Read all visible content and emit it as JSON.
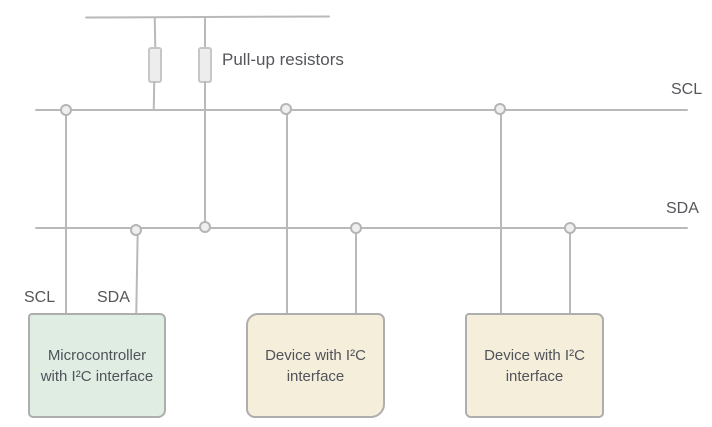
{
  "diagram": {
    "pullup_label": "Pull-up resistors",
    "bus_labels": {
      "scl": "SCL",
      "sda": "SDA"
    },
    "pin_labels": {
      "scl": "SCL",
      "sda": "SDA"
    },
    "boxes": {
      "microcontroller": {
        "line1": "Microcontroller",
        "line2": "with I²C interface"
      },
      "device1": {
        "line1": "Device with I²C",
        "line2": "interface"
      },
      "device2": {
        "line1": "Device with I²C",
        "line2": "interface"
      }
    },
    "colors": {
      "wire": "#b9b9b9",
      "text": "#54565a",
      "microcontroller_fill": "#e0ede3",
      "device_fill": "#f5eeda",
      "resistor_fill": "#ededed",
      "box_border": "#aeaeae",
      "junction_fill": "#efefef"
    }
  }
}
